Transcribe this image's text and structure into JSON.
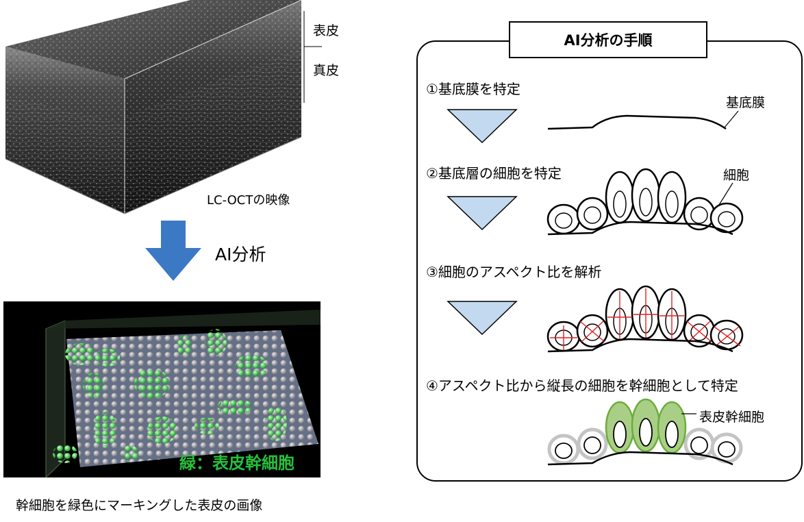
{
  "left": {
    "oct_labels": {
      "epidermis": "表皮",
      "dermis": "真皮",
      "caption": "LC-OCTの映像"
    },
    "arrow_label": "AI分析",
    "result": {
      "overlay_label": "緑：表皮幹細胞",
      "caption": "幹細胞を緑色にマーキングした表皮の画像"
    }
  },
  "panel": {
    "title": "AI分析の手順",
    "steps": [
      {
        "text": "①基底膜を特定",
        "callout": "基底膜"
      },
      {
        "text": "②基底層の細胞を特定",
        "callout": "細胞"
      },
      {
        "text": "③細胞のアスペクト比を解析",
        "callout": ""
      },
      {
        "text": "④アスペクト比から縦長の細胞を幹細胞として特定",
        "callout": "表皮幹細胞"
      }
    ]
  },
  "colors": {
    "triangle": "#c3d9ef",
    "arrow": "#3c79c5",
    "stem_green": "#27c13b",
    "stem_fill": "#a9cf86",
    "grey_cell": "#c4c4c4",
    "axis_red": "#e02020"
  }
}
